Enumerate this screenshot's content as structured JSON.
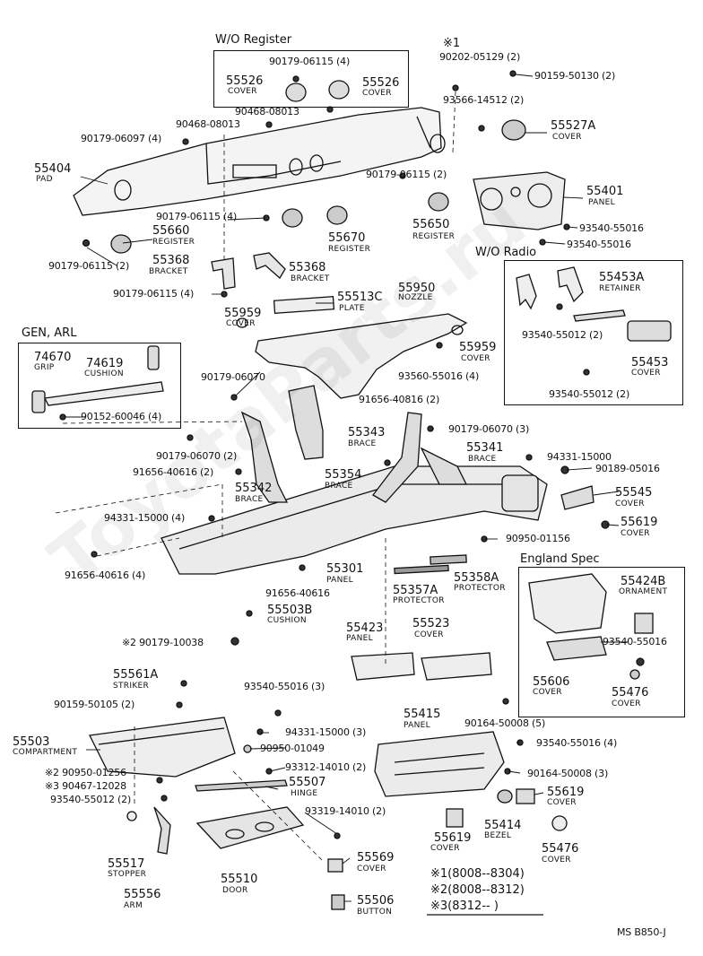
{
  "boxes": {
    "wo_register": "W/O Register",
    "wo_radio": "W/O  Radio",
    "gen_arl": "GEN, ARL",
    "england_spec": "England Spec"
  },
  "notes": {
    "mark1": "※1",
    "mark1_part": "90202-05129 (2)",
    "legend_1": "※1(8008--8304)",
    "legend_2": "※2(8008--8312)",
    "legend_3": "※3(8312--         )"
  },
  "footer": "MS  B850-J",
  "watermark": "ToyotaParts.ru",
  "labels": {
    "p90179_06115_4a": "90179-06115 (4)",
    "p55526_left": "55526",
    "p55526_left_name": "COVER",
    "p55526_right": "55526",
    "p55526_right_name": "COVER",
    "p90159_50130": "90159-50130 (2)",
    "p90468_08013_a": "90468-08013",
    "p90468_08013_b": "90468-08013",
    "p93566_14512": "93566-14512 (2)",
    "p90179_06097": "90179-06097 (4)",
    "p55527A": "55527A",
    "p55527A_name": "COVER",
    "p55404": "55404",
    "p55404_name": "PAD",
    "p90179_06115_2a": "90179-06115 (2)",
    "p55401": "55401",
    "p55401_name": "PANEL",
    "p90179_06115_4b": "90179-06115 (4)",
    "p93540_55016_a": "93540-55016",
    "p93540_55016_b": "93540-55016",
    "p55660": "55660",
    "p55660_name": "REGISTER",
    "p55670": "55670",
    "p55670_name": "REGISTER",
    "p55650": "55650",
    "p55650_name": "REGISTER",
    "p90179_06115_2b": "90179-06115 (2)",
    "p55368_left": "55368",
    "p55368_left_name": "BRACKET",
    "p55368_right": "55368",
    "p55368_right_name": "BRACKET",
    "p90179_06115_4c": "90179-06115 (4)",
    "p55950": "55950",
    "p55950_name": "NOZZLE",
    "p55513C": "55513C",
    "p55513C_name": "PLATE",
    "p55453A": "55453A",
    "p55453A_name": "RETAINER",
    "p55959_left": "55959",
    "p55959_left_name": "COVER",
    "p55959_right": "55959",
    "p55959_right_name": "COVER",
    "p93540_55012_2a": "93540-55012 (2)",
    "p74670": "74670",
    "p74670_name": "GRIP",
    "p74619": "74619",
    "p74619_name": "CUSHION",
    "p55453": "55453",
    "p55453_name": "COVER",
    "p90179_06070_a": "90179-06070",
    "p93560_55016": "93560-55016 (4)",
    "p93540_55012_2b": "93540-55012 (2)",
    "p90152_60046": "90152-60046 (4)",
    "p91656_40816_2a": "91656-40816 (2)",
    "p90179_06070_3": "90179-06070 (3)",
    "p55343": "55343",
    "p55343_name": "BRACE",
    "p90179_06070_2": "90179-06070 (2)",
    "p55341": "55341",
    "p55341_name": "BRACE",
    "p94331_15000_a": "94331-15000",
    "p91656_40616_2": "91656-40616 (2)",
    "p90189_05016": "90189-05016",
    "p55354": "55354",
    "p55354_name": "BRACE",
    "p55342": "55342",
    "p55342_name": "BRACE",
    "p55545": "55545",
    "p55545_name": "COVER",
    "p94331_15000_4": "94331-15000 (4)",
    "p55619_a": "55619",
    "p55619_a_name": "COVER",
    "p90950_01156": "90950-01156",
    "p91656_40616_4": "91656-40616 (4)",
    "p55301": "55301",
    "p55301_name": "PANEL",
    "p91656_40616_b": "91656-40616",
    "p55358A": "55358A",
    "p55358A_name": "PROTECTOR",
    "p55357A": "55357A",
    "p55357A_name": "PROTECTOR",
    "p55424B": "55424B",
    "p55424B_name": "ORNAMENT",
    "p55503B": "55503B",
    "p55503B_name": "CUSHION",
    "p55423": "55423",
    "p55423_name": "PANEL",
    "p55523": "55523",
    "p55523_name": "COVER",
    "p93540_55016_c": "93540-55016",
    "p90179_10038": "※2 90179-10038",
    "p55606": "55606",
    "p55606_name": "COVER",
    "p55476_a": "55476",
    "p55476_a_name": "COVER",
    "p55561A": "55561A",
    "p55561A_name": "STRIKER",
    "p93540_55016_3": "93540-55016 (3)",
    "p90159_50105": "90159-50105 (2)",
    "p55415": "55415",
    "p55415_name": "PANEL",
    "p90164_50008_5": "90164-50008 (5)",
    "p94331_15000_3": "94331-15000 (3)",
    "p55503": "55503",
    "p55503_name": "COMPARTMENT",
    "p93540_55016_4": "93540-55016 (4)",
    "p90950_01049": "90950-01049",
    "p90950_01256": "※2 90950-01256",
    "p93312_14010": "93312-14010 (2)",
    "p90164_50008_3": "90164-50008 (3)",
    "p90467_12028": "※3 90467-12028",
    "p55507": "55507",
    "p55507_name": "HINGE",
    "p93540_55012_2c": "93540-55012 (2)",
    "p55619_b": "55619",
    "p55619_b_name": "COVER",
    "p93319_14010": "93319-14010 (2)",
    "p55619_c": "55619",
    "p55619_c_name": "COVER",
    "p55414": "55414",
    "p55414_name": "BEZEL",
    "p55476_b": "55476",
    "p55476_b_name": "COVER",
    "p55517": "55517",
    "p55517_name": "STOPPER",
    "p55510": "55510",
    "p55510_name": "DOOR",
    "p55569": "55569",
    "p55569_name": "COVER",
    "p55556": "55556",
    "p55556_name": "ARM",
    "p55506": "55506",
    "p55506_name": "BUTTON"
  }
}
